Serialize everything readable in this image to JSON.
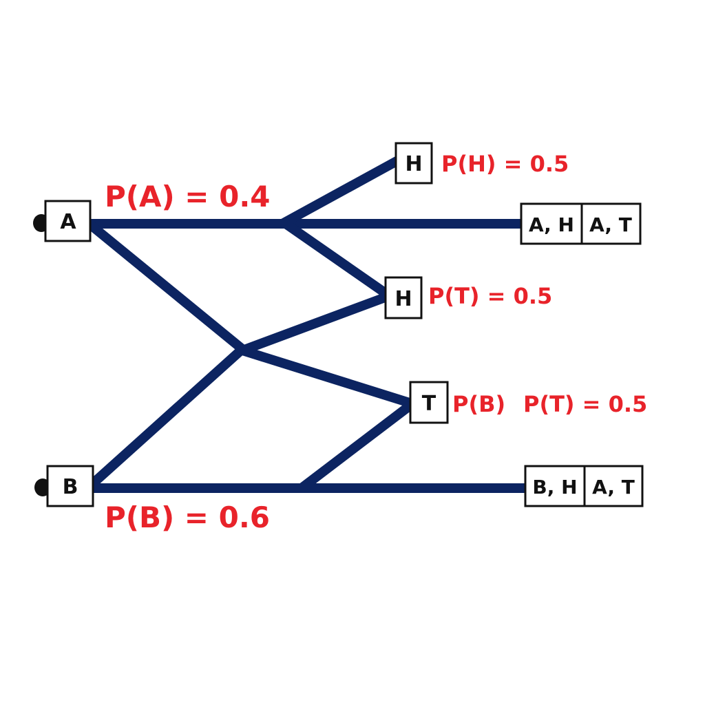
{
  "diagram": {
    "edge_color": "#0c2461",
    "label_color": "#e8232a",
    "nodes": {
      "a": "A",
      "b": "B",
      "h_top": "H",
      "h_mid": "H",
      "t_mid": "T",
      "out_ah": "A, H",
      "out_at_top": "A, T",
      "out_bh": "B, H",
      "out_at_bottom": "A, T"
    },
    "labels": {
      "p_a": "P(A) = 0.4",
      "p_b": "P(B) = 0.6",
      "p_h": "P(H) = 0.5",
      "p_t_mid": "P(T) = 0.5",
      "p_b_small": "P(B)",
      "p_t_low": "P(T) = 0.5"
    }
  }
}
